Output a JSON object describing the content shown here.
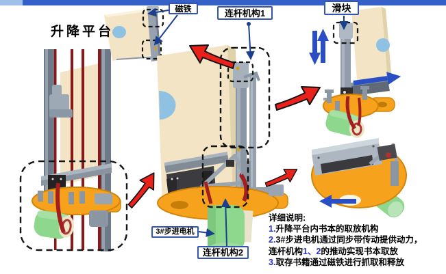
{
  "slide": {
    "title": "升降平台",
    "callouts": {
      "magnet": "磁铁",
      "linkage1": "连杆机构1",
      "slider": "滑块",
      "stepper_motor": "3#步进电机",
      "linkage2": "连杆机构2"
    },
    "description": {
      "heading": "详细说明:",
      "lines": [
        {
          "segments": [
            {
              "text": "1.",
              "blue": true
            },
            {
              "text": "升降平台内书本的取放机构",
              "blue": false
            }
          ]
        },
        {
          "segments": [
            {
              "text": "2.",
              "blue": true
            },
            {
              "text": "3#步进电机通过同步带传动提供动力，",
              "blue": false
            }
          ]
        },
        {
          "segments": [
            {
              "text": "连杆机构",
              "blue": false
            },
            {
              "text": "1、2",
              "blue": true
            },
            {
              "text": "的推动实现书本取放",
              "blue": false
            }
          ]
        },
        {
          "segments": [
            {
              "text": "3.",
              "blue": true
            },
            {
              "text": "取存书籍通过磁铁进行抓取和释放",
              "blue": false
            }
          ]
        }
      ]
    },
    "colors": {
      "header_bar": "#3560c8",
      "header_accent": "#9fc0ea",
      "label_border": "#3355b0",
      "pointer_blue": "#1b3f8f",
      "number_blue": "#2233cc",
      "arrow_red": "#e8221a",
      "motion_arrow_blue": "#2a4fc4",
      "platform_orange": "#f6a21c",
      "motor_green": "#8ed88e",
      "book_beige": "#f2e4c4",
      "rod_dark_red": "#8e1616"
    }
  }
}
